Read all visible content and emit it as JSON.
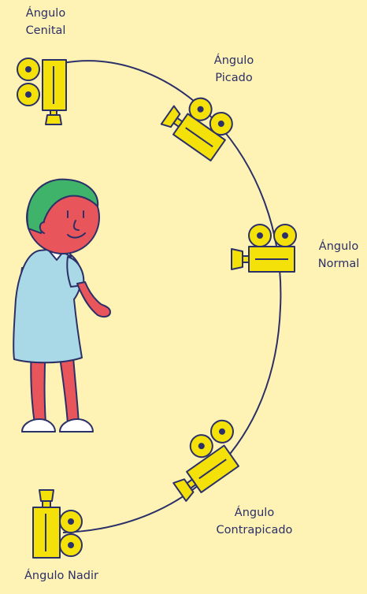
{
  "labels": {
    "cenital": {
      "line1": "Ángulo",
      "line2": "Cenital"
    },
    "picado": {
      "line1": "Ángulo",
      "line2": "Picado"
    },
    "normal": {
      "line1": "Ángulo",
      "line2": "Normal"
    },
    "contrapicado": {
      "line1": "Ángulo",
      "line2": "Contrapicado"
    },
    "nadir": {
      "line1": "Ángulo Nadir"
    }
  },
  "colors": {
    "background": "#fef2b4",
    "ink": "#2b3068",
    "camera": "#f5e10a",
    "hair": "#3fb36a",
    "skin": "#e8565b",
    "dress": "#a9d9e6",
    "shoes": "#ffffff"
  },
  "icons": [
    "camera-icon",
    "character-illustration",
    "orbit-arc"
  ]
}
